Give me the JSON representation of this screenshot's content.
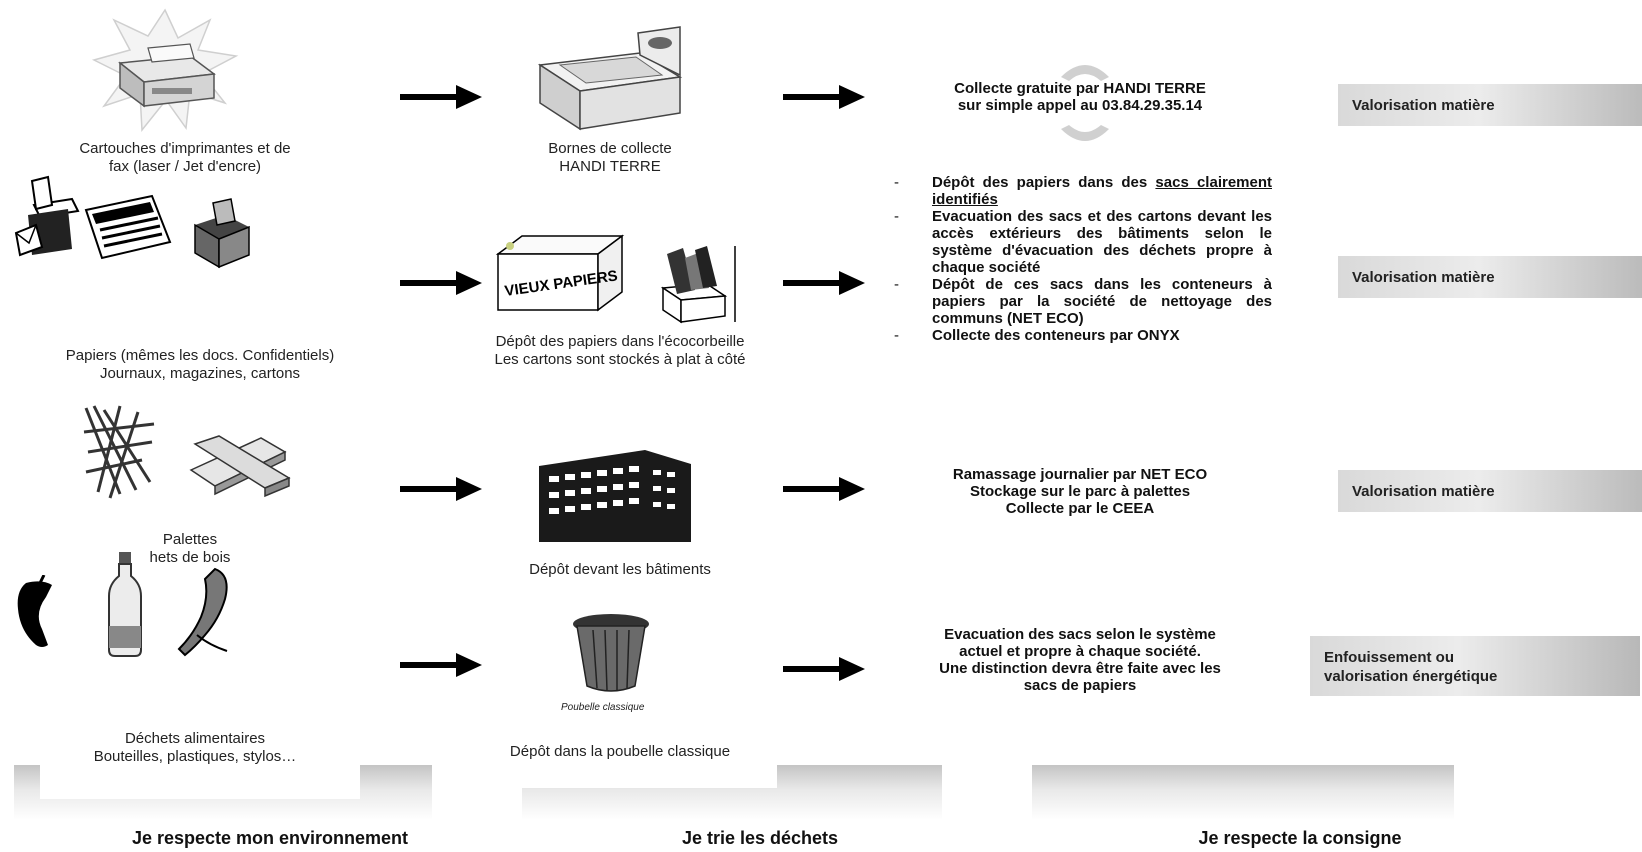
{
  "rows": [
    {
      "source_caption": [
        "Cartouches d'imprimantes et de",
        "fax (laser / Jet d'encre)"
      ],
      "container_caption": [
        "Bornes de collecte",
        "HANDI TERRE"
      ],
      "action_lines": [
        "Collecte gratuite par HANDI TERRE",
        "sur simple appel au 03.84.29.35.14"
      ],
      "outcome": "Valorisation matière"
    },
    {
      "source_caption": [
        "Papiers (mêmes les docs. Confidentiels)",
        "Journaux, magazines, cartons"
      ],
      "container_caption": [
        "Dépôt des papiers dans l'écocorbeille",
        "Les cartons sont stockés à plat à côté"
      ],
      "container_label": "VIEUX PAPIERS",
      "action_bullets": [
        {
          "pre": "Dépôt des papiers dans des ",
          "u": "sacs clairement identifiés",
          "post": ""
        },
        {
          "pre": "Evacuation des sacs et des cartons devant les accès extérieurs des bâtiments selon le système d'évacuation des déchets propre à chaque société",
          "u": "",
          "post": ""
        },
        {
          "pre": "Dépôt de ces sacs dans les conteneurs à papiers par la société de nettoyage des communs (NET ECO)",
          "u": "",
          "post": ""
        },
        {
          "pre": "Collecte des conteneurs par ONYX",
          "u": "",
          "post": ""
        }
      ],
      "bullet_marker": "-",
      "outcome": "Valorisation matière"
    },
    {
      "source_caption": [
        "Palettes",
        "hets de bois"
      ],
      "container_caption": [
        "Dépôt devant les bâtiments"
      ],
      "action_lines": [
        "Ramassage journalier par NET ECO",
        "Stockage sur le parc à palettes",
        "Collecte par le CEEA"
      ],
      "outcome": "Valorisation matière"
    },
    {
      "source_caption": [
        "Déchets alimentaires",
        "Bouteilles, plastiques, stylos…"
      ],
      "container_caption": [
        "Dépôt dans la poubelle classique"
      ],
      "container_label": "Poubelle classique",
      "action_lines": [
        "Evacuation des sacs selon le système",
        "actuel et propre à chaque société.",
        "Une distinction devra être faite avec les",
        "sacs de papiers"
      ],
      "outcome_lines": [
        "Enfouissement ou",
        "valorisation énergétique"
      ]
    }
  ],
  "footers": [
    "Je respecte mon environnement",
    "Je trie les déchets",
    "Je respecte la consigne"
  ],
  "icons": [
    "printer-icon",
    "collection-bin-icon",
    "recycle-icon",
    "boxes-icon",
    "newspaper-icon",
    "paper-box-icon",
    "paper-basket-icon",
    "wood-sticks-icon",
    "pallet-icon",
    "office-building-icon",
    "apple-core-icon",
    "bottle-icon",
    "banana-peel-icon",
    "trash-can-icon",
    "arrow-icon"
  ]
}
